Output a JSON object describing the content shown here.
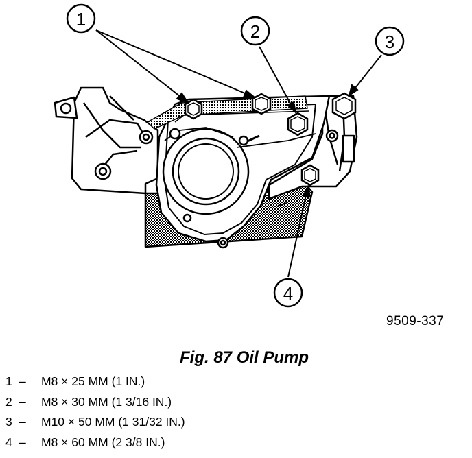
{
  "figure": {
    "part_number": "9509-337",
    "caption": "Fig. 87 Oil Pump",
    "callouts": [
      "1",
      "2",
      "3",
      "4"
    ]
  },
  "legend": [
    {
      "num": "1",
      "dash": "–",
      "spec": "M8 × 25 MM (1 IN.)"
    },
    {
      "num": "2",
      "dash": "–",
      "spec": "M8 × 30 MM (1 3/16 IN.)"
    },
    {
      "num": "3",
      "dash": "–",
      "spec": "M10 × 50 MM (1 31/32 IN.)"
    },
    {
      "num": "4",
      "dash": "–",
      "spec": "M8 × 60 MM (2 3/8 IN.)"
    }
  ],
  "colors": {
    "ink": "#000000",
    "paper": "#ffffff",
    "shade": "#8a8a8a"
  }
}
